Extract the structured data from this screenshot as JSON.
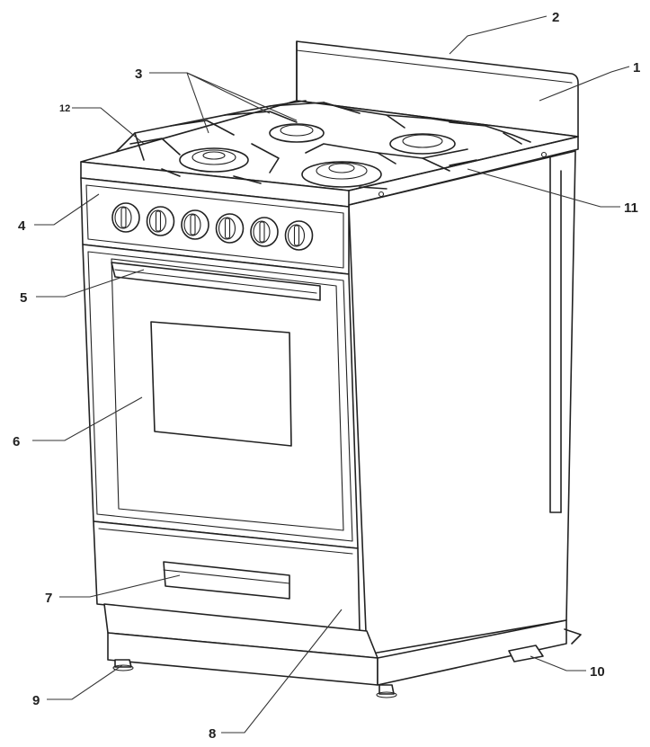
{
  "callouts": [
    {
      "id": "1",
      "text": "1"
    },
    {
      "id": "2",
      "text": "2"
    },
    {
      "id": "3",
      "text": "3"
    },
    {
      "id": "4",
      "text": "4"
    },
    {
      "id": "5",
      "text": "5"
    },
    {
      "id": "6",
      "text": "6"
    },
    {
      "id": "7",
      "text": "7"
    },
    {
      "id": "8",
      "text": "8"
    },
    {
      "id": "9",
      "text": "9"
    },
    {
      "id": "10",
      "text": "10"
    },
    {
      "id": "11",
      "text": "11"
    },
    {
      "id": "12",
      "text": "12"
    }
  ],
  "knob_count": 6,
  "burner_count": 4
}
